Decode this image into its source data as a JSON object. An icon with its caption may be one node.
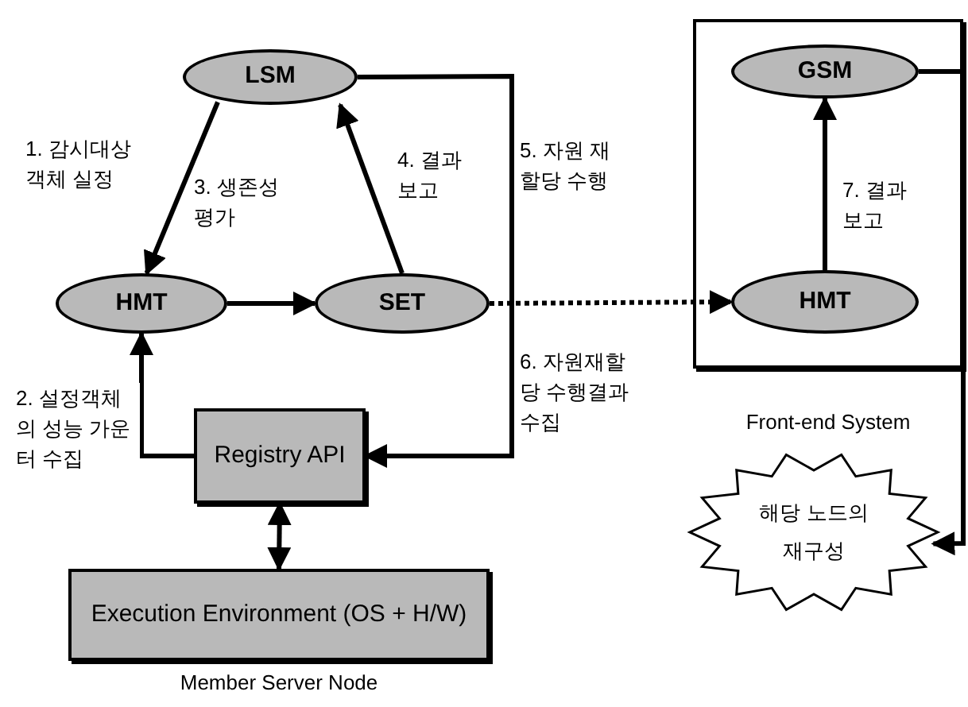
{
  "diagram": {
    "nodes": [
      {
        "text": [
          "LSM"
        ]
      },
      {
        "text": [
          "HMT"
        ]
      },
      {
        "text": [
          "SET"
        ]
      },
      {
        "text": [
          "Registry API"
        ]
      },
      {
        "text": [
          "Execution Environment (OS + H/W)"
        ],
        "beside": [
          "Member Server Node"
        ]
      },
      {
        "text": [
          "Front-end System"
        ]
      },
      {
        "text": [
          "GSM"
        ],
        "in": 5
      },
      {
        "text": [
          "HMT"
        ],
        "in": 5
      },
      {
        "text": [
          "해당 노드의 재구성"
        ]
      }
    ],
    "edges": [
      {
        "from": 0,
        "to": 1,
        "arrow": "to",
        "label": "1. 감시대상 객체 실정"
      },
      {
        "from": 3,
        "to": 1,
        "arrow": "to",
        "label": "2. 설정객체의 성능 가운터 수집"
      },
      {
        "from": 1,
        "to": 2,
        "arrow": "to"
      },
      {
        "from": 2,
        "to": 0,
        "arrow": "to",
        "label": "4. 결과 보고"
      },
      {
        "from": 0,
        "to": 3,
        "arrow": "to",
        "label": "6. 자원재할당 수행결과 수집"
      },
      {
        "from": 2,
        "to": 7,
        "arrow": "to",
        "style": "dashed"
      },
      {
        "from": 3,
        "to": 4,
        "arrow": "both"
      },
      {
        "from": 7,
        "to": 6,
        "arrow": "to",
        "label": "7. 결과 보고"
      },
      {
        "from": 6,
        "to": 8,
        "arrow": "to"
      }
    ],
    "labels": [
      "3. 생존성 평가",
      "5. 자원 재할당 수행"
    ]
  }
}
